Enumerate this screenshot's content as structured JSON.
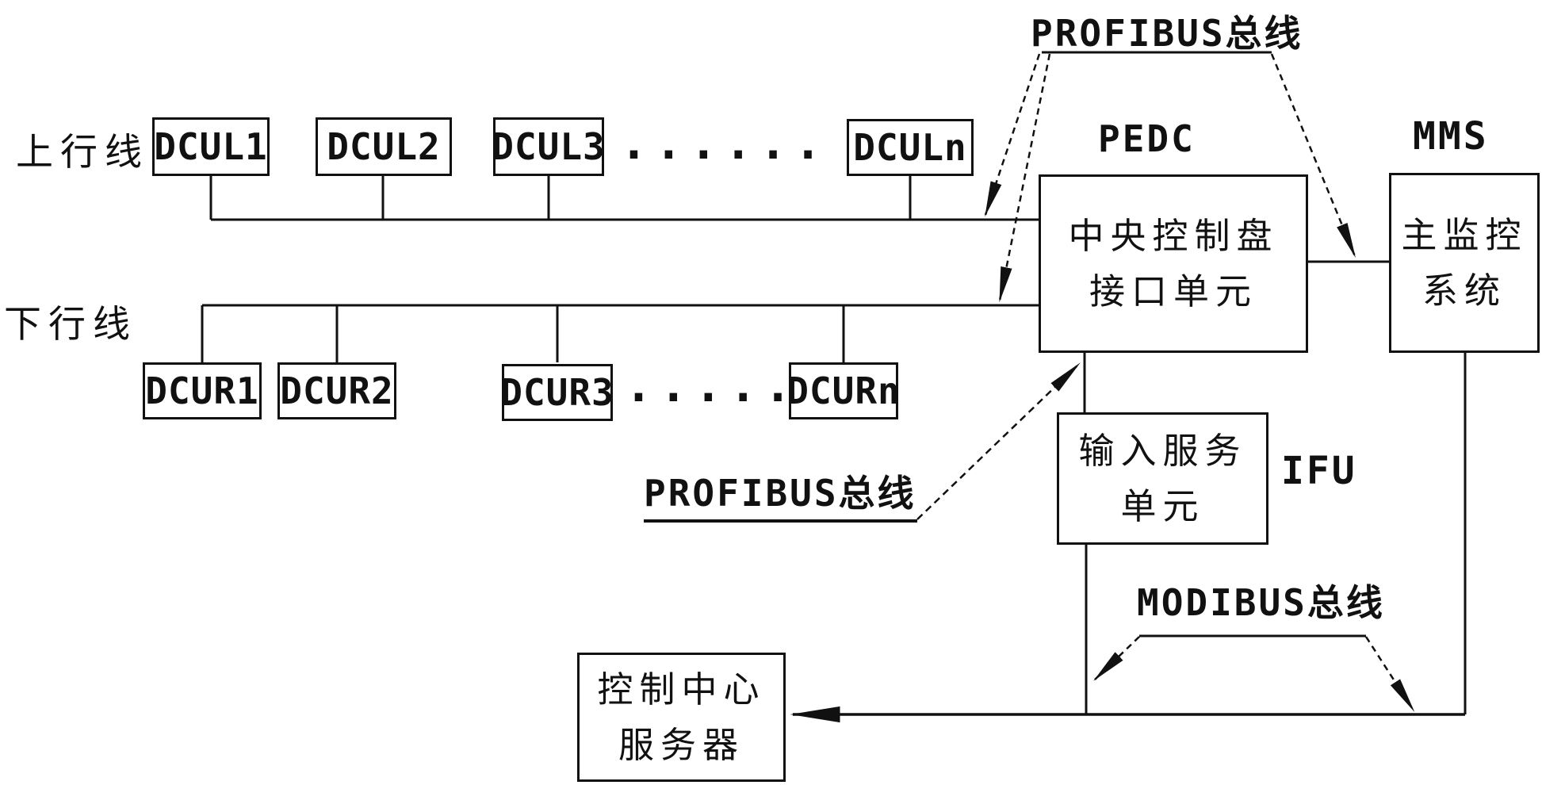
{
  "labels": {
    "profibus_top": "PROFIBUS总线",
    "profibus_mid": "PROFIBUS总线",
    "modibus": "MODIBUS总线",
    "up_line": "上行线",
    "down_line": "下行线",
    "pedc": "PEDC",
    "mms": "MMS",
    "ifu": "IFU",
    "dots": "......"
  },
  "nodes": {
    "dcul": [
      "DCUL1",
      "DCUL2",
      "DCUL3",
      "DCULn"
    ],
    "dcur": [
      "DCUR1",
      "DCUR2",
      "DCUR3",
      "DCURn"
    ],
    "pedc_unit": {
      "line1": "中央控制盘",
      "line2": "接口单元"
    },
    "mms_unit": {
      "line1": "主监控",
      "line2": "系统"
    },
    "input_service_unit": {
      "line1": "输入服务",
      "line2": "单元"
    },
    "control_center_server": {
      "line1": "控制中心",
      "line2": "服务器"
    }
  },
  "colors": {
    "ink": "#111111",
    "background": "#ffffff"
  }
}
